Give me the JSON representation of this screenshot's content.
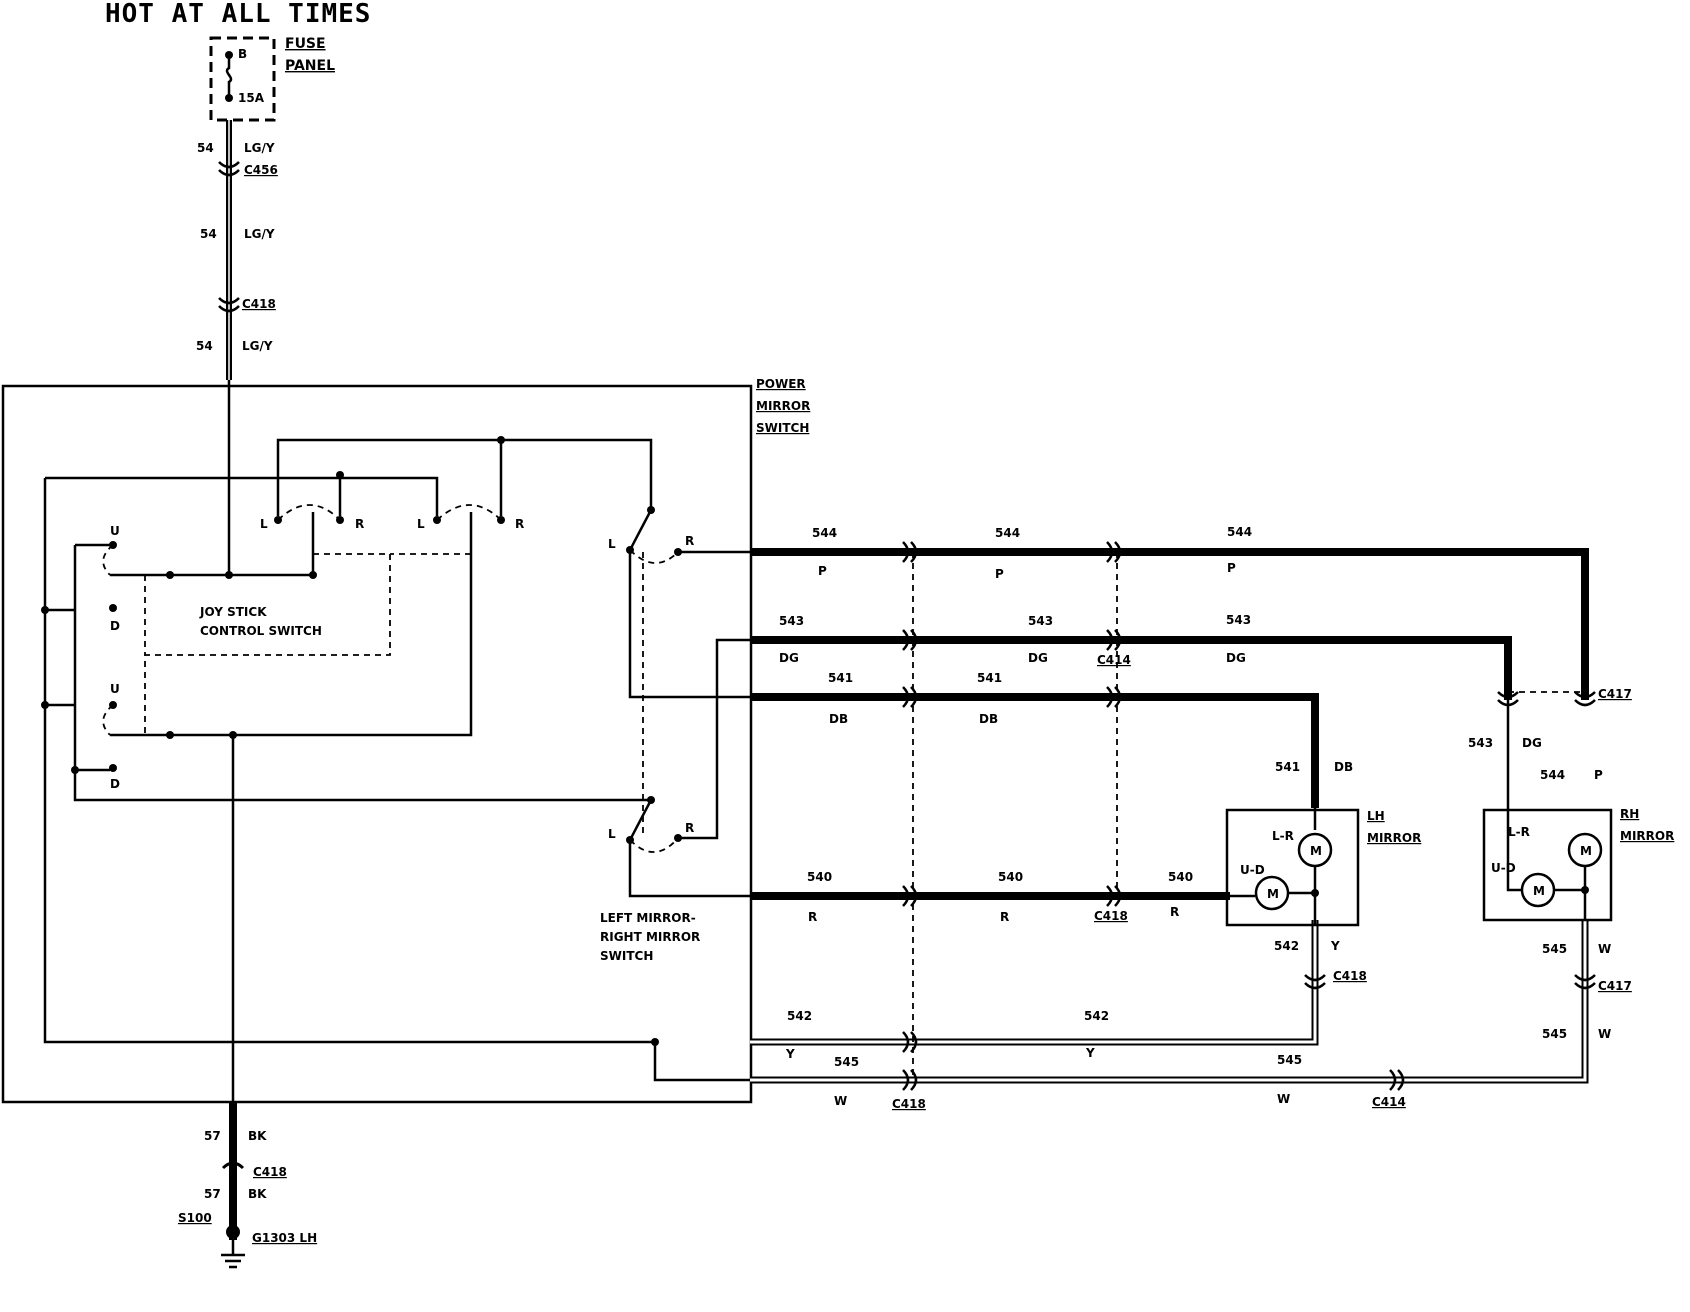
{
  "title": "HOT AT ALL TIMES",
  "fuse": {
    "panel_label_1": "FUSE",
    "panel_label_2": "PANEL",
    "terminal": "B",
    "rating": "15A"
  },
  "power_feed": {
    "segments": [
      {
        "circuit": "54",
        "color": "LG/Y"
      },
      {
        "circuit": "54",
        "color": "LG/Y"
      },
      {
        "circuit": "54",
        "color": "LG/Y"
      }
    ],
    "connectors": [
      "C456",
      "C418"
    ]
  },
  "switch_box": {
    "label_1": "POWER",
    "label_2": "MIRROR",
    "label_3": "SWITCH",
    "joystick_1": "JOY STICK",
    "joystick_2": "CONTROL SWITCH",
    "lr_switch_1": "LEFT MIRROR-",
    "lr_switch_2": "RIGHT MIRROR",
    "lr_switch_3": "SWITCH",
    "pos_u": "U",
    "pos_d": "D",
    "pos_l": "L",
    "pos_r": "R"
  },
  "wires": {
    "w544": {
      "circuit": "544",
      "color": "P"
    },
    "w543": {
      "circuit": "543",
      "color": "DG"
    },
    "w541": {
      "circuit": "541",
      "color": "DB"
    },
    "w540": {
      "circuit": "540",
      "color": "R"
    },
    "w542": {
      "circuit": "542",
      "color": "Y"
    },
    "w545": {
      "circuit": "545",
      "color": "W"
    }
  },
  "connectors": {
    "c414": "C414",
    "c418": "C418",
    "c417": "C417"
  },
  "lh_mirror": {
    "label_1": "LH",
    "label_2": "MIRROR",
    "lr": "L-R",
    "ud": "U-D",
    "motor": "M"
  },
  "rh_mirror": {
    "label_1": "RH",
    "label_2": "MIRROR",
    "lr": "L-R",
    "ud": "U-D",
    "motor": "M"
  },
  "ground": {
    "circuit": "57",
    "color": "BK",
    "connector": "C418",
    "splice": "S100",
    "ground_point": "G1303 LH"
  }
}
